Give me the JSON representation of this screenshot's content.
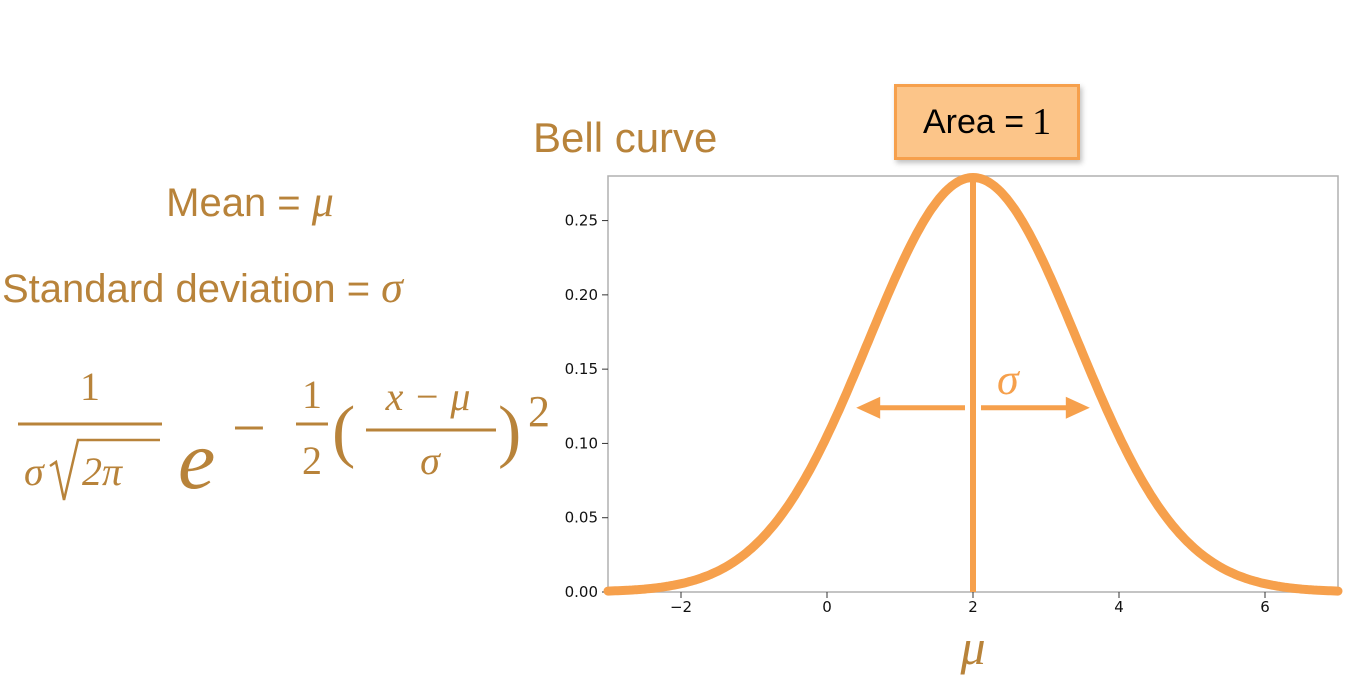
{
  "text": {
    "mean_label": "Mean = ",
    "mean_symbol": "μ",
    "sd_label": "Standard deviation = ",
    "sd_symbol": "σ",
    "area_label": "Area =",
    "area_value": "1"
  },
  "formula": {
    "numerator": "1",
    "denominator_sigma": "σ",
    "denominator_radicand": "2π",
    "base": "e",
    "exp_minus": "−",
    "exp_half_num": "1",
    "exp_half_den": "2",
    "exp_open_paren": "(",
    "exp_frac_num": "x − μ",
    "exp_frac_den": "σ",
    "exp_close_paren": ")",
    "exp_power": "2"
  },
  "colors": {
    "accent": "#f6a04c",
    "text_brown": "#b8833a",
    "area_fill": "#fcc589"
  },
  "chart_data": {
    "type": "line",
    "title": "Bell curve",
    "xlabel": "μ",
    "ylabel": "",
    "xlim": [
      -3,
      7
    ],
    "ylim": [
      0,
      0.28
    ],
    "xticks": [
      -2,
      0,
      2,
      4,
      6
    ],
    "xtick_labels": [
      "−2",
      "0",
      "2",
      "4",
      "6"
    ],
    "yticks": [
      0,
      0.05,
      0.1,
      0.15,
      0.2,
      0.25
    ],
    "ytick_labels": [
      "0.00",
      "0.05",
      "0.10",
      "0.15",
      "0.20",
      "0.25"
    ],
    "grid": false,
    "legend": "none",
    "distribution": "normal",
    "mean": 2,
    "sigma": 1.43,
    "annotations": {
      "mean_line_x": 2,
      "sigma_label": "σ",
      "sigma_arrow_y": 0.124,
      "sigma_arrow_range": [
        0.4,
        3.6
      ]
    }
  }
}
